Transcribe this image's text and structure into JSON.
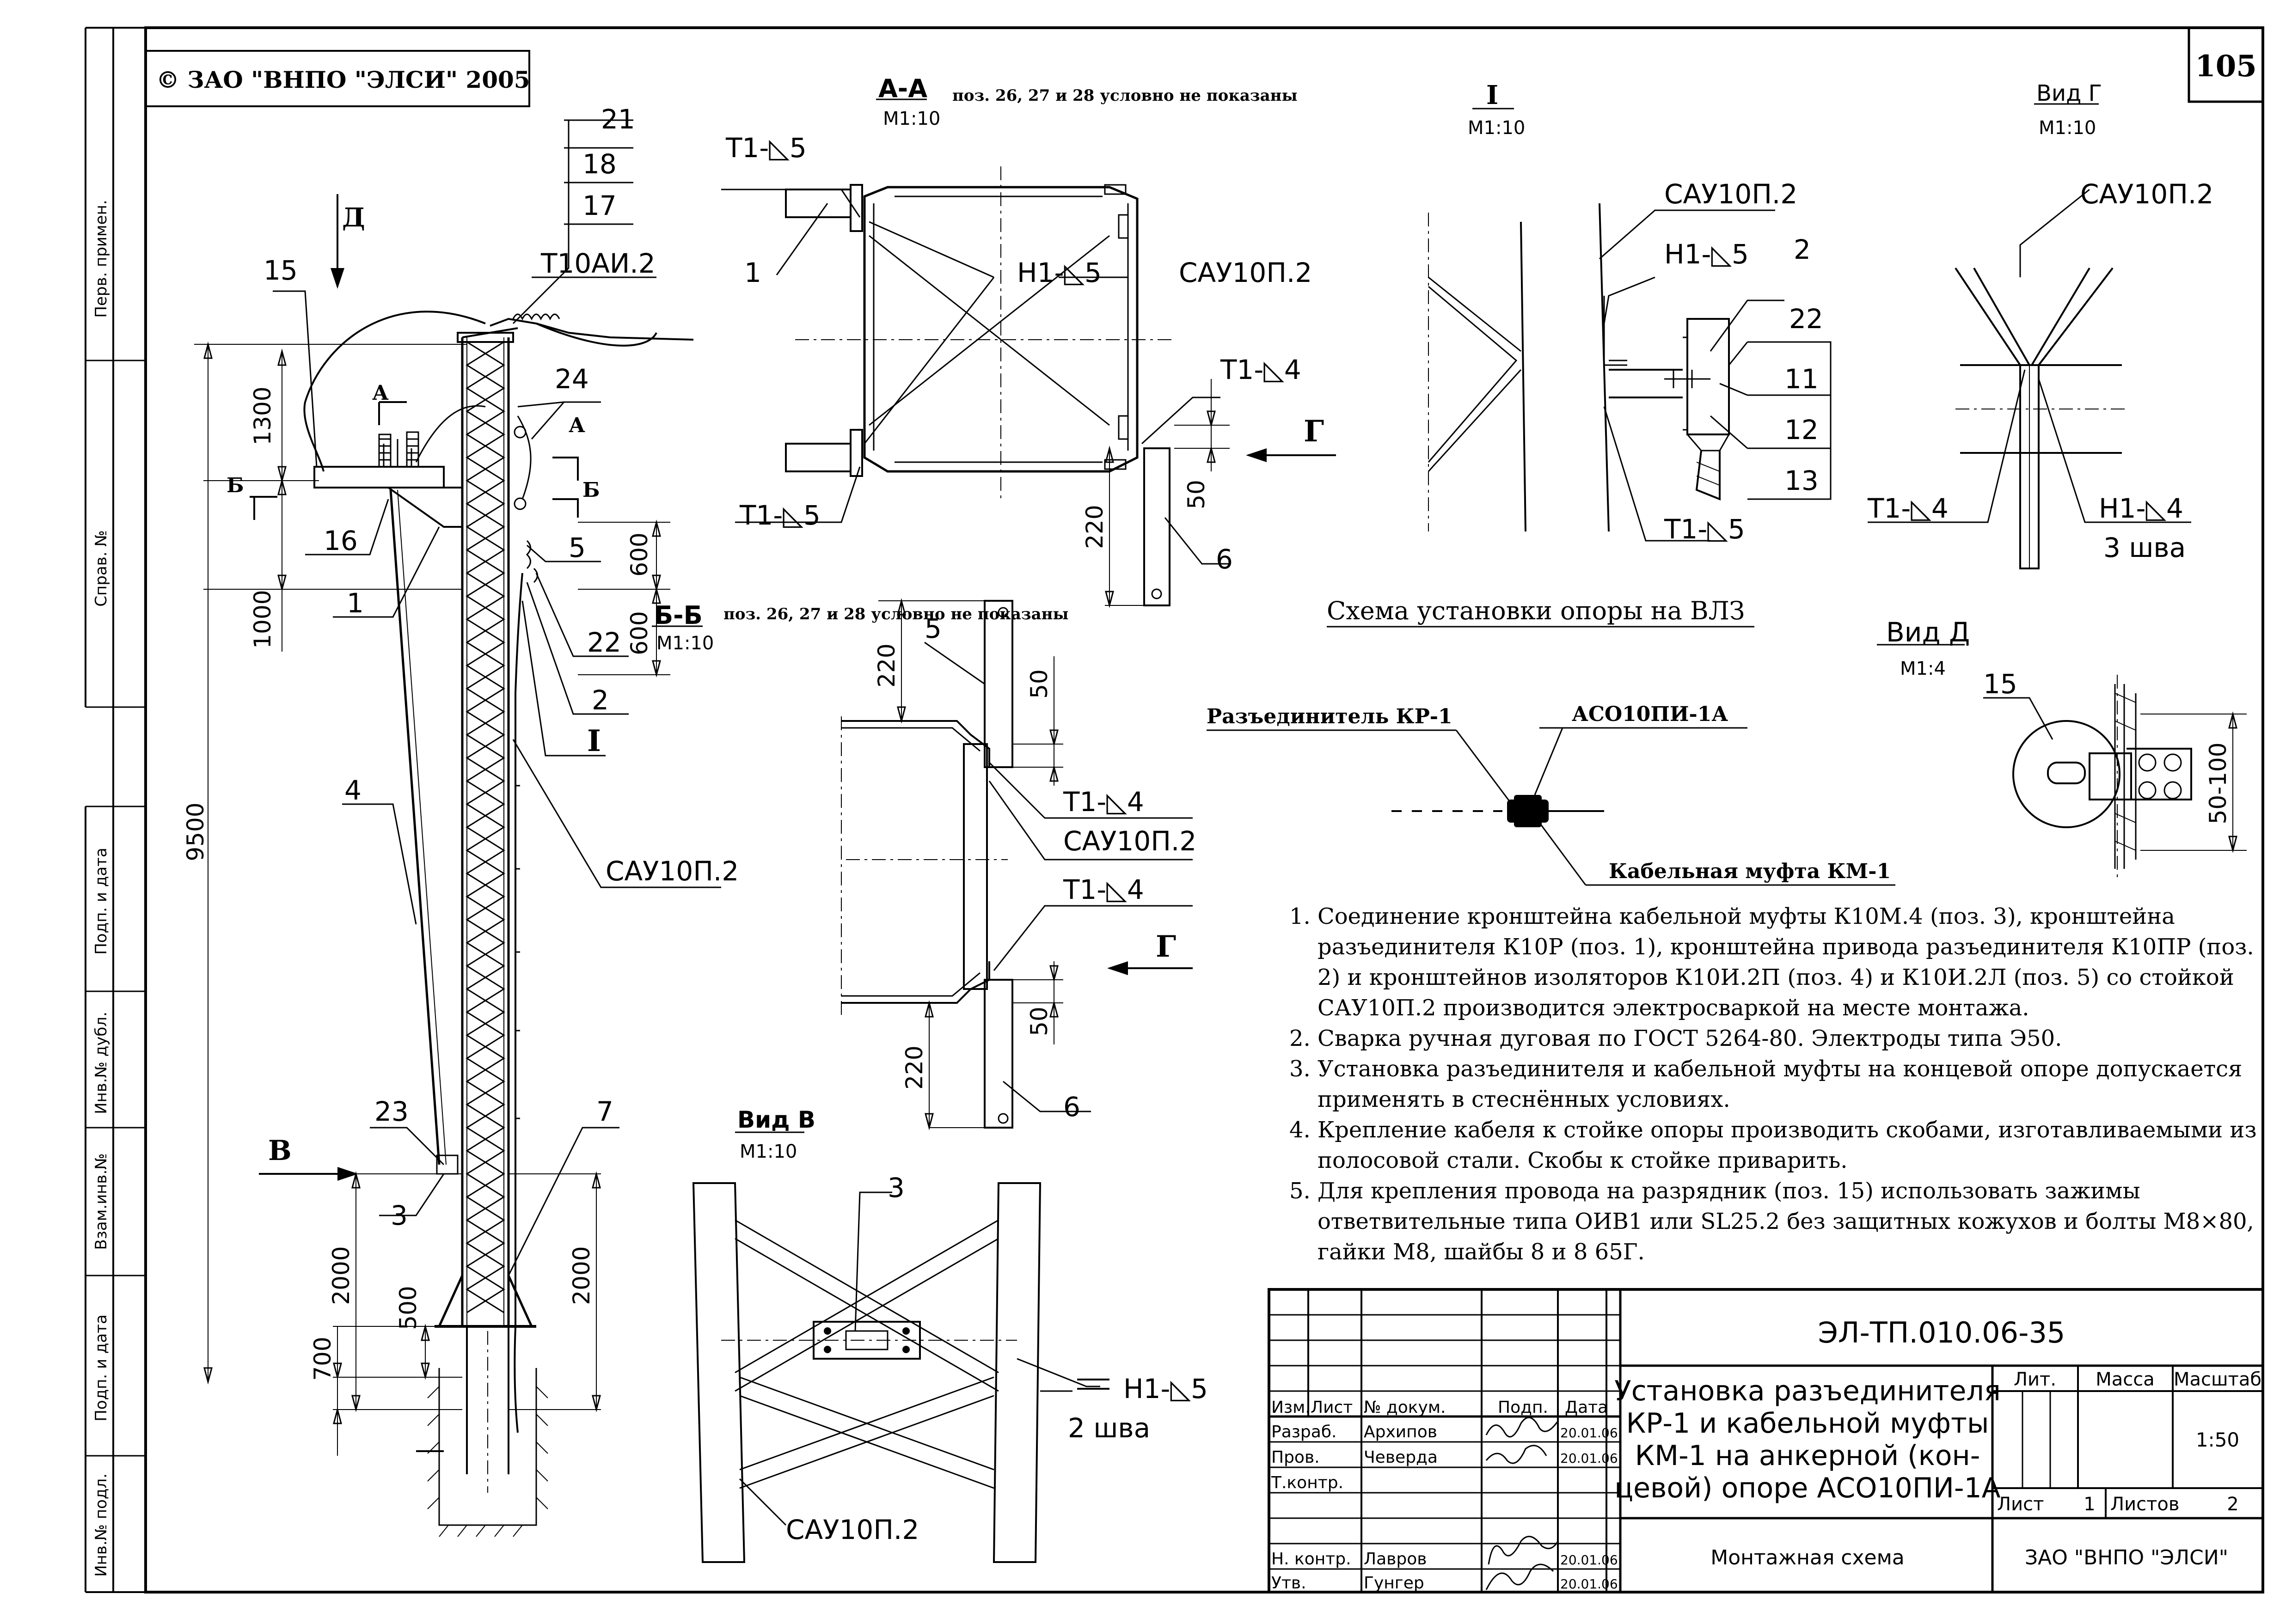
{
  "sheet": {
    "copyright": "© ЗАО \"ВНПО \"ЭЛСИ\" 2005",
    "page_number": "105"
  },
  "side_stamp": [
    "Перв. примен.",
    "Справ. №",
    "Подп. и дата",
    "Инв.№ дубл.",
    "Взам.инв.№",
    "Подп. и дата",
    "Инв.№ подл."
  ],
  "views": {
    "aa_title": "А-А",
    "aa_note": "поз. 26, 27 и 28 условно не показаны",
    "bb_title": "Б-Б",
    "bb_note": "поз. 26, 27 и 28 условно не показаны",
    "i_title": "I",
    "g_title": "Вид Г",
    "d_title": "Вид Д",
    "d_scale": "М1:4",
    "v_title": "Вид В",
    "scale_10": "М1:10"
  },
  "labels": {
    "sau": "САУ10П.2",
    "t10ai": "Т10АИ.2",
    "t1_5": "Т1-◺5",
    "t1_4": "Т1-◺4",
    "h1_5": "Н1-◺5",
    "h1_4": "Н1-◺4",
    "h1_5_btm": "Н1-◺5",
    "three_shva": "3 шва",
    "two_shva": "2 шва",
    "cut_a": "А",
    "cut_b": "Б",
    "view_d": "Д",
    "view_v": "В",
    "view_g": "Г",
    "callout_I": "I"
  },
  "positions": [
    "1",
    "2",
    "3",
    "4",
    "5",
    "6",
    "7",
    "11",
    "12",
    "13",
    "15",
    "16",
    "17",
    "18",
    "21",
    "22",
    "23",
    "24"
  ],
  "dims": {
    "d1300": "1300",
    "d600": "600",
    "d1000": "1000",
    "d9500": "9500",
    "d2000": "2000",
    "d500": "500",
    "d700": "700",
    "d220": "220",
    "d50": "50",
    "d50_100": "50-100"
  },
  "scheme": {
    "title": "Схема установки опоры на ВЛЗ",
    "disconnector": "Разъединитель КР-1",
    "support": "АСО10ПИ-1А",
    "sleeve": "Кабельная муфта КМ-1"
  },
  "notes": [
    "Соединение кронштейна кабельной муфты К10М.4 (поз. 3), кронштейна разъединителя К10Р (поз. 1), кронштейна привода разъединителя К10ПР (поз. 2) и кронштейнов изоляторов К10И.2П (поз. 4) и К10И.2Л (поз. 5) со стойкой САУ10П.2 производится электросваркой на месте монтажа.",
    "Сварка ручная дуговая по ГОСТ 5264-80. Электроды типа Э50.",
    "Установка разъединителя и кабельной муфты на концевой опоре допускается применять в стеснённых условиях.",
    "Крепление кабеля к стойке опоры производить скобами, изготавливаемыми из полосовой стали. Скобы к стойке приварить.",
    "Для крепления провода на разрядник (поз. 15) использовать зажимы ответвительные типа ОИВ1 или SL25.2 без защитных кожухов и болты М8×80, гайки М8, шайбы 8 и 8 65Г."
  ],
  "title_block": {
    "doc_code": "ЭЛ-ТП.010.06-35",
    "title": [
      "Установка разъединителя",
      "КР-1 и кабельной муфты",
      "КМ-1 на анкерной (кон-",
      "цевой) опоре АСО10ПИ-1А"
    ],
    "headers": {
      "izm": "Изм.",
      "list": "Лист",
      "doc_no": "№ докум.",
      "podp": "Подп.",
      "data": "Дата"
    },
    "roles": [
      {
        "role": "Разраб.",
        "name": "Архипов",
        "date": "20.01.06"
      },
      {
        "role": "Пров.",
        "name": "Чеверда",
        "date": "20.01.06"
      },
      {
        "role": "Т.контр.",
        "name": "",
        "date": ""
      },
      {
        "role": "",
        "name": "",
        "date": ""
      },
      {
        "role": "Н. контр.",
        "name": "Лавров",
        "date": "20.01.06"
      },
      {
        "role": "Утв.",
        "name": "Гунгер",
        "date": "20.01.06"
      }
    ],
    "lit": "Лит.",
    "mass": "Масса",
    "scale_label": "Масштаб",
    "scale": "1:50",
    "sheet_label": "Лист",
    "sheet_no": "1",
    "sheets_label": "Листов",
    "sheets_total": "2",
    "drawing_type": "Монтажная схема",
    "company": "ЗАО \"ВНПО \"ЭЛСИ\""
  }
}
